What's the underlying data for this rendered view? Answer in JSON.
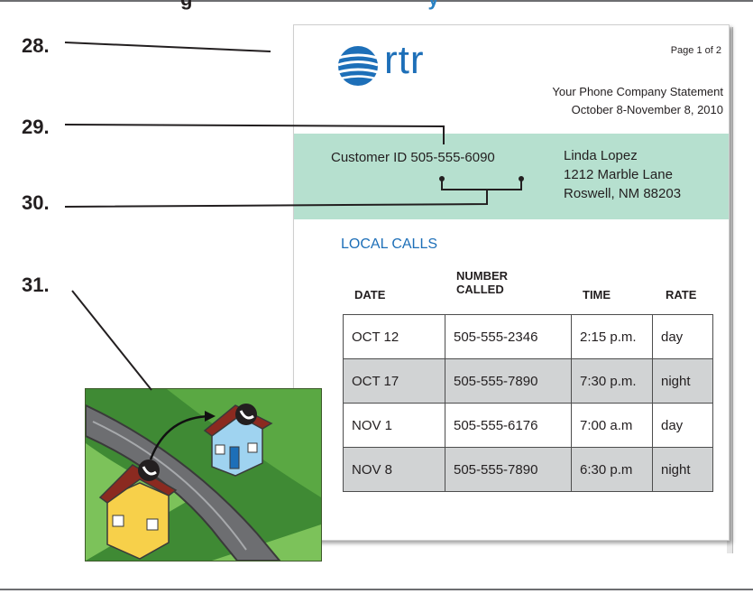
{
  "title_fragment": {
    "text": "g",
    "accent_text": "y"
  },
  "callouts": [
    "28.",
    "29.",
    "30.",
    "31."
  ],
  "statement": {
    "brand": "rtr",
    "page_label": "Page 1 of 2",
    "heading_line1": "Your Phone Company Statement",
    "heading_line2": "October 8-November 8, 2010",
    "customer_id_label": "Customer ID",
    "customer_id_value": "505-555-6090",
    "customer_name": "Linda Lopez",
    "address_line1": "1212 Marble Lane",
    "address_line2": "Roswell, NM 88203",
    "section_title": "LOCAL CALLS",
    "columns": {
      "date": "DATE",
      "number_line1": "NUMBER",
      "number_line2": "CALLED",
      "time": "TIME",
      "rate": "RATE"
    },
    "calls": [
      {
        "date": "OCT 12",
        "number": "505-555-2346",
        "time": "2:15 p.m.",
        "rate": "day"
      },
      {
        "date": "OCT 17",
        "number": "505-555-7890",
        "time": "7:30 p.m.",
        "rate": "night"
      },
      {
        "date": "NOV 1",
        "number": "505-555-6176",
        "time": "7:00 a.m",
        "rate": "day"
      },
      {
        "date": "NOV 8",
        "number": "505-555-7890",
        "time": "6:30 p.m",
        "rate": "night"
      }
    ]
  },
  "colors": {
    "band": "#b6e0cf",
    "brand_blue": "#1d6fb8",
    "row_shade": "#d1d3d4",
    "grass": "#3f8a34"
  },
  "icons": [
    "globe-logo-icon",
    "phone-icon",
    "house-icon",
    "call-arrow-icon"
  ]
}
